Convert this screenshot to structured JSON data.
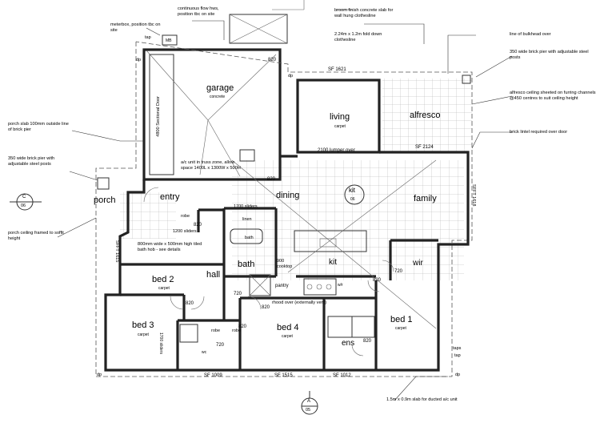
{
  "rooms": {
    "garage": "garage",
    "garage_floor": "concrete",
    "living": "living",
    "living_floor": "carpet",
    "alfresco": "alfresco",
    "dining": "dining",
    "family": "family",
    "kit_marker": "kit",
    "kit_marker_sub": "06",
    "kit": "kit",
    "entry": "entry",
    "porch": "porch",
    "hall": "hall",
    "bath": "bath",
    "linen": "linen",
    "bed2": "bed 2",
    "bed3": "bed 3",
    "bed4": "bed 4",
    "bed1": "bed 1",
    "carpet": "carpet",
    "wir": "wir",
    "ens": "ens",
    "pantry": "pantry",
    "robe": "robe",
    "laundry": "w/r",
    "wc": "wc"
  },
  "dims": {
    "sf1621": "SF 1621",
    "sf2124": "SF 2124",
    "lumper": "2100 lumper over",
    "sf1009": "SF 1009",
    "sf1515": "SF 1515",
    "sf1012": "SF 1012",
    "sliders1700": "1700 sliders",
    "sliders1200": "1200 sliders",
    "d820": "820",
    "d720": "720",
    "cooktop": "900\ncooktop",
    "sfft1618": "SFFT 1618",
    "sfft1615": "SFFT 1615"
  },
  "notes": {
    "meterbox": "meterbox, position tbc on site",
    "flowwire": "continuous flow hws, position tbc on site",
    "broom": "broom finish concrete slab for wall hung clothesline",
    "folddown": "2.24m x 1.2m fold down clothesline",
    "bulkhead": "line of bulkhead over",
    "pier1": "350 wide brick pier with adjustable steel posts",
    "alfrescoCeiling": "alfresco ceiling sheeted on furring channels @450 centres to suit ceiling height",
    "lintel": "brick lintel required over door",
    "porchSlab": "porch slab 100mm outside line of brick pier",
    "pier2": "350 wide brick pier with adjustable steel posts",
    "porchCeiling": "porch ceiling framed to soffit height",
    "acUnit": "a/c unit in truss zone, allow space 1400L x 1300W x 500H",
    "bathTiles": "800mm wide x 500mm high tiled bath hob - see details",
    "rhood": "rhood over (externally vent)",
    "slabAc": "1.5m x 0.9m slab for ducted a/c unit",
    "sectionalDoor": "4800 Sectional Door"
  },
  "markers": {
    "c": "C",
    "c_sheet": "06",
    "a": "A",
    "a_sheet": "05"
  },
  "misc": {
    "tap": "tap",
    "taps": "taps",
    "mb": "MB",
    "dp": "dp",
    "bath": "bath"
  }
}
